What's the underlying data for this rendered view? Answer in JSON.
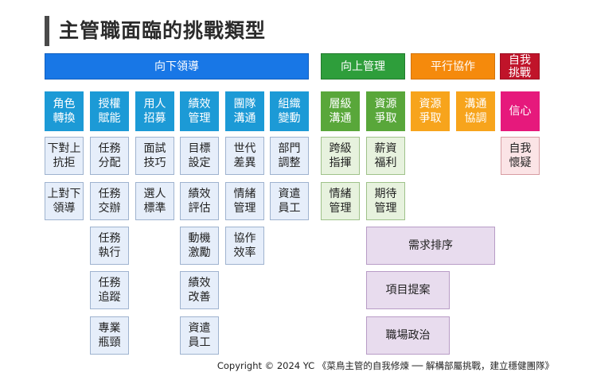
{
  "title": "主管職面臨的挑戰類型",
  "headers": [
    {
      "key": "down",
      "label": "向下領導"
    },
    {
      "key": "up",
      "label": "向上管理"
    },
    {
      "key": "peer",
      "label": "平行協作"
    },
    {
      "key": "self",
      "label": "自我\n挑戰"
    }
  ],
  "categories": [
    {
      "key": "role",
      "label": "角色\n轉換"
    },
    {
      "key": "empower",
      "label": "授權\n賦能"
    },
    {
      "key": "hiring",
      "label": "用人\n招募"
    },
    {
      "key": "performance",
      "label": "績效\n管理"
    },
    {
      "key": "team-comm",
      "label": "團隊\n溝通"
    },
    {
      "key": "org-change",
      "label": "組織\n變動"
    },
    {
      "key": "level-comm",
      "label": "層級\n溝通"
    },
    {
      "key": "resource-up",
      "label": "資源\n爭取"
    },
    {
      "key": "resource-peer",
      "label": "資源\n爭取"
    },
    {
      "key": "coordination",
      "label": "溝通\n協調"
    },
    {
      "key": "confidence",
      "label": "信心"
    }
  ],
  "items": [
    {
      "key": "resist-up",
      "label": "下對上\n抗拒"
    },
    {
      "key": "lead-down",
      "label": "上對下\n領導"
    },
    {
      "key": "task-assign",
      "label": "任務\n分配"
    },
    {
      "key": "task-handover",
      "label": "任務\n交辦"
    },
    {
      "key": "task-exec",
      "label": "任務\n執行"
    },
    {
      "key": "task-track",
      "label": "任務\n追蹤"
    },
    {
      "key": "bottleneck",
      "label": "專業\n瓶頸"
    },
    {
      "key": "interview",
      "label": "面試\n技巧"
    },
    {
      "key": "hiring-std",
      "label": "選人\n標準"
    },
    {
      "key": "goal-setting",
      "label": "目標\n設定"
    },
    {
      "key": "perf-eval",
      "label": "績效\n評估"
    },
    {
      "key": "motivation",
      "label": "動機\n激勵"
    },
    {
      "key": "perf-improve",
      "label": "績效\n改善"
    },
    {
      "key": "layoff-perf",
      "label": "資遣\n員工"
    },
    {
      "key": "generation",
      "label": "世代\n差異"
    },
    {
      "key": "emotion-team",
      "label": "情緒\n管理"
    },
    {
      "key": "collab",
      "label": "協作\n效率"
    },
    {
      "key": "dept-adjust",
      "label": "部門\n調整"
    },
    {
      "key": "layoff-org",
      "label": "資遣\n員工"
    },
    {
      "key": "cross-level",
      "label": "跨級\n指揮"
    },
    {
      "key": "emotion-up",
      "label": "情緒\n管理"
    },
    {
      "key": "salary",
      "label": "薪資\n福利"
    },
    {
      "key": "expectation",
      "label": "期待\n管理"
    },
    {
      "key": "self-doubt",
      "label": "自我\n懷疑"
    },
    {
      "key": "priority",
      "label": "需求排序"
    },
    {
      "key": "proposal",
      "label": "項目提案"
    },
    {
      "key": "politics",
      "label": "職場政治"
    }
  ],
  "colors": {
    "down": "#1877e6",
    "up": "#2e9e3b",
    "peer": "#f58a0c",
    "self": "#c0142a",
    "category_down": "#1c9ad6",
    "category_up": "#59a73a",
    "category_peer": "#f7a41c",
    "category_self": "#e6197c"
  },
  "footer": {
    "copyright": "Copyright © 2024 YC 《菜鳥主管的自我修煉 ── 解構部屬挑戰，建立穩健團隊》"
  }
}
